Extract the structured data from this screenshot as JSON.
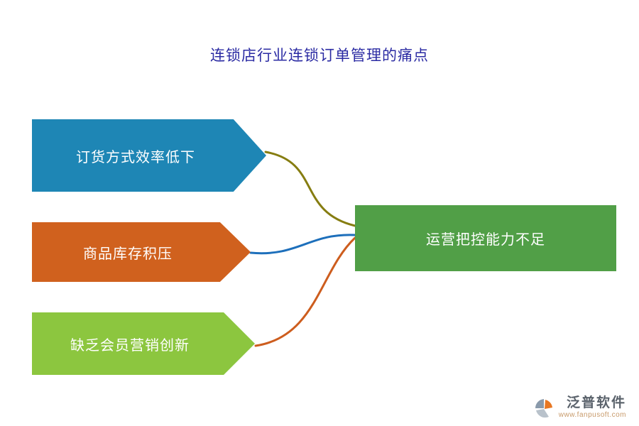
{
  "title": {
    "text": "连锁店行业连锁订单管理的痛点",
    "color": "#2b2ba3"
  },
  "left_nodes": [
    {
      "label": "订货方式效率低下",
      "color": "#1e86b5"
    },
    {
      "label": "商品库存积压",
      "color": "#d0611e"
    },
    {
      "label": "缺乏会员营销创新",
      "color": "#8cc63f"
    }
  ],
  "right_node": {
    "label": "运营把控能力不足",
    "color": "#519f47"
  },
  "connectors": [
    {
      "name": "top-to-right",
      "color": "#867d11"
    },
    {
      "name": "middle-to-right",
      "color": "#1d6fbb"
    },
    {
      "name": "bottom-to-right",
      "color": "#cd5d1e"
    }
  ],
  "logo": {
    "brand": "泛普软件",
    "website": "www.fanpusoft.com"
  }
}
